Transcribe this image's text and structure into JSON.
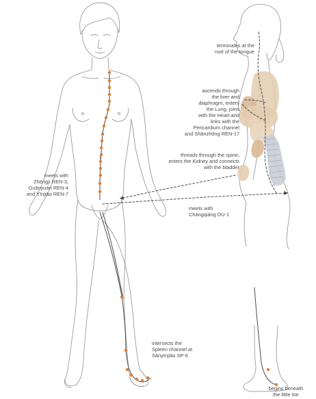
{
  "colors": {
    "outline": "#9a9a9a",
    "channel": "#4a4a4a",
    "point": "#e07b2c",
    "organ": "#e3cdb0",
    "spine": "#c9cdd6",
    "text": "#4a4a4a"
  },
  "labels": {
    "tongue": "terminates at the\nroot of the tongue",
    "ascends": "ascends through\nthe liver and\ndiaphragm, enters\nthe Lung, joins\nwith the Heart and\nlinks with the\nPericardium channel\nand Shānzhōng REN-17",
    "spine": "threads through the spine,\nenters the Kidney and connects\nwith the bladder",
    "meets_ren": "meets with\nZhōngjí REN-3,\nGuānyuán REN-4\nand Yīnjiāo REN-7",
    "meets_du": "meets with\nChángqiáng DU-1",
    "spleen": "intersects the\nSpleen channel at\nSānyīnjiāo SP-6",
    "toe": "begins beneath\nthe little toe"
  }
}
